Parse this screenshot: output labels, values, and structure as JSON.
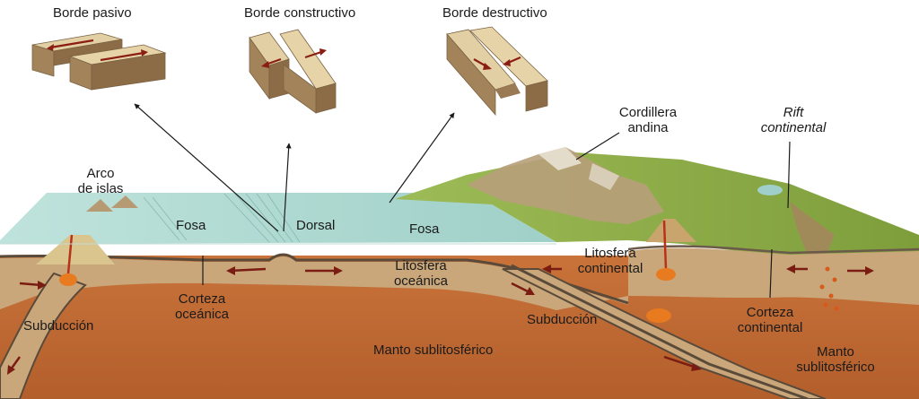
{
  "legend": {
    "passive": "Borde pasivo",
    "constructive": "Borde constructivo",
    "destructive": "Borde destructivo"
  },
  "labels": {
    "island_arc_1": "Arco",
    "island_arc_2": "de islas",
    "trench_left": "Fosa",
    "ridge": "Dorsal",
    "trench_right": "Fosa",
    "andes_1": "Cordillera",
    "andes_2": "andina",
    "rift_1": "Rift",
    "rift_2": "continental",
    "cont_lith_1": "Litosfera",
    "cont_lith_2": "continental",
    "ocean_lith_1": "Litosfera",
    "ocean_lith_2": "oceánica",
    "ocean_crust_1": "Corteza",
    "ocean_crust_2": "oceánica",
    "subduction_left": "Subducción",
    "subduction_right": "Subducción",
    "mantle_center": "Manto sublitosférico",
    "cont_crust_1": "Corteza",
    "cont_crust_2": "continental",
    "mantle_right_1": "Manto",
    "mantle_right_2": "sublitosférico"
  },
  "colors": {
    "mantle": "#c8773c",
    "lithosphere": "#c9a77a",
    "crust": "#6b5a4a",
    "ocean": "#a9d6cf",
    "land": "#8fb04a",
    "arrow": "#7a1c12"
  }
}
